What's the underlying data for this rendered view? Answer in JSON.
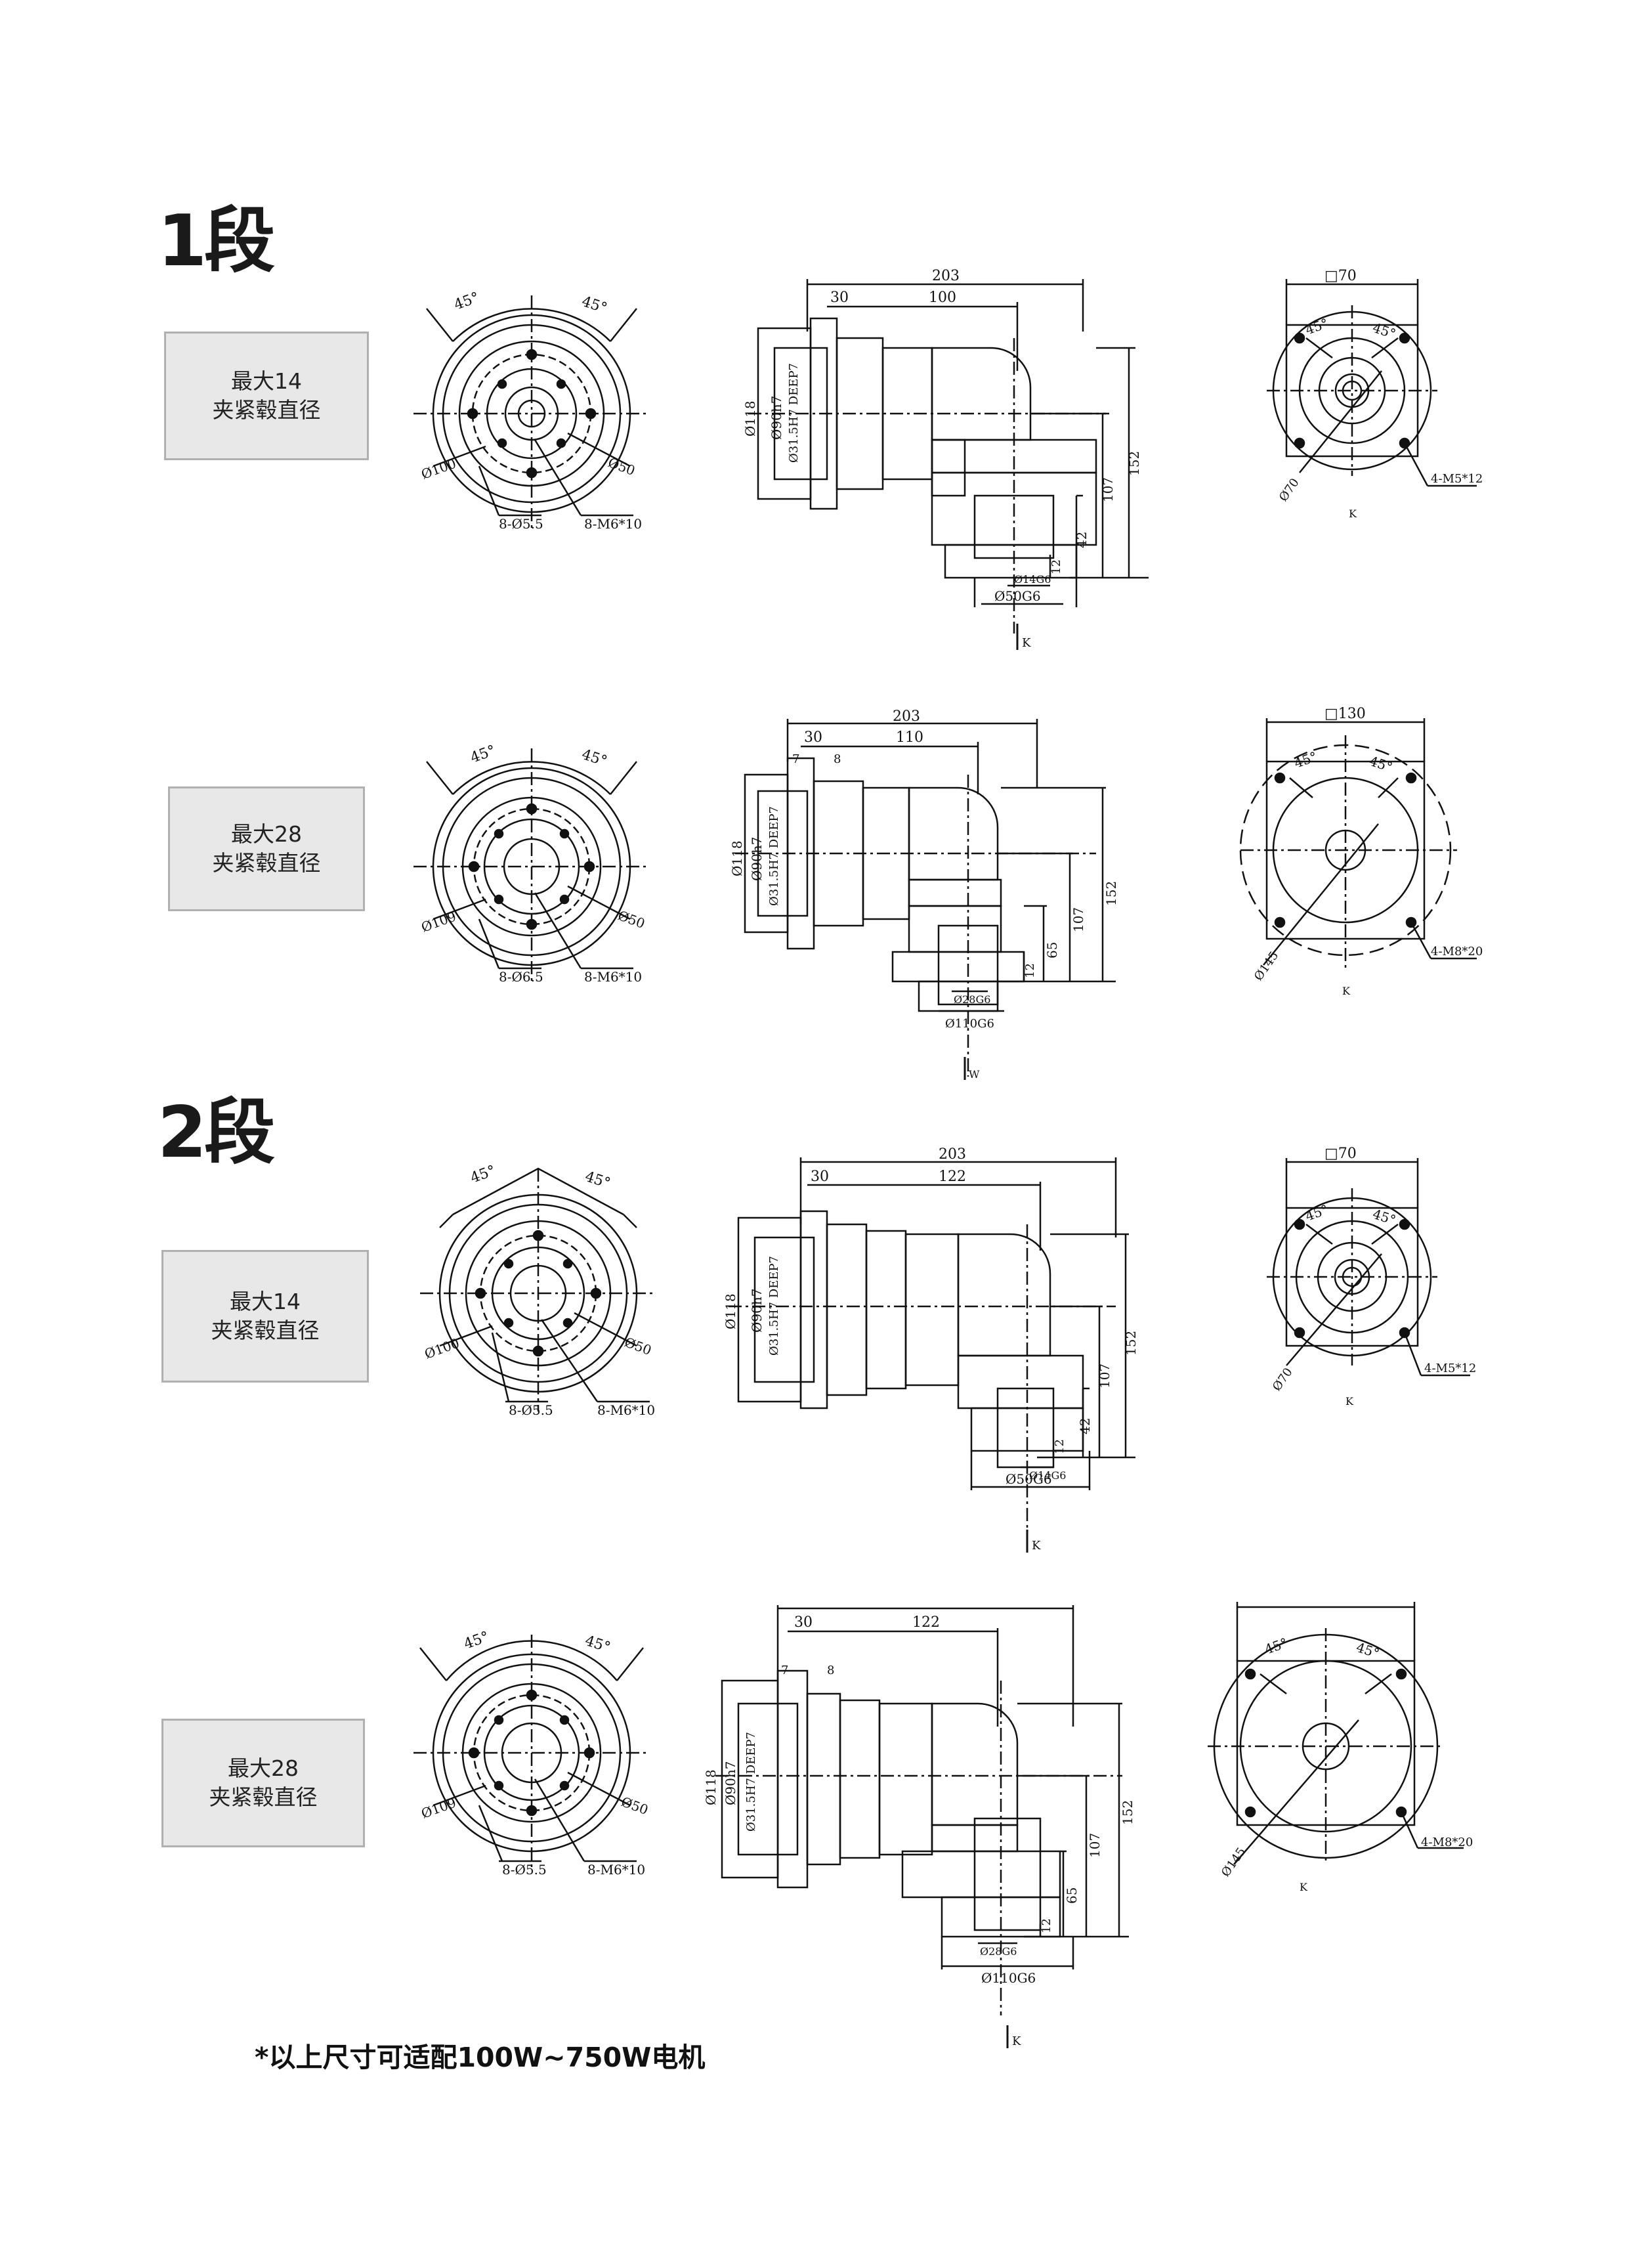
{
  "stages": [
    {
      "title": "1段",
      "rows": [
        {
          "label": [
            "最大14",
            "夹紧毂直径"
          ],
          "front": {
            "a1": "45°",
            "a2": "45°",
            "d1": "Ø100",
            "d2": "Ø50",
            "h1": "8-Ø5.5",
            "h2": "8-M6*10"
          },
          "side": {
            "total": "203",
            "flange": "30",
            "body": "100",
            "p1": "Ø118",
            "p2": "Ø90h7",
            "p3": "Ø31.5H7 DEEP7",
            "h152": "152",
            "h107": "107",
            "h42": "42",
            "h12": "12",
            "s1": "Ø14G6",
            "s2": "Ø50G6",
            "view": "K"
          },
          "end": {
            "sq": "□70",
            "a1": "45°",
            "a2": "45°",
            "d": "Ø70",
            "bolt": "4-M5*12",
            "view": "K"
          }
        },
        {
          "label": [
            "最大28",
            "夹紧毂直径"
          ],
          "front": {
            "a1": "45°",
            "a2": "45°",
            "d1": "Ø109",
            "d2": "Ø50",
            "h1": "8-Ø6.5",
            "h2": "8-M6*10"
          },
          "side": {
            "total": "203",
            "flange": "30",
            "body": "110",
            "f7": "7",
            "f8": "8",
            "p1": "Ø118",
            "p2": "Ø90h7",
            "p3": "Ø31.5H7 DEEP7",
            "h152": "152",
            "h107": "107",
            "h65": "65",
            "h12": "12",
            "s1": "Ø28G6",
            "s2": "Ø110G6",
            "view": "W"
          },
          "end": {
            "sq": "□130",
            "a1": "45°",
            "a2": "45°",
            "d": "Ø145",
            "bolt": "4-M8*20",
            "view": "K"
          }
        }
      ]
    },
    {
      "title": "2段",
      "rows": [
        {
          "label": [
            "最大14",
            "夹紧毂直径"
          ],
          "front": {
            "a1": "45°",
            "a2": "45°",
            "d1": "Ø100",
            "d2": "Ø50",
            "h1": "8-Ø5.5",
            "h2": "8-M6*10"
          },
          "side": {
            "total": "203",
            "flange": "30",
            "body": "122",
            "p1": "Ø118",
            "p2": "Ø90h7",
            "p3": "Ø31.5H7 DEEP7",
            "h152": "152",
            "h107": "107",
            "h42": "42",
            "h12": "12",
            "s1": "Ø14G6",
            "s2": "Ø50G6",
            "view": "K"
          },
          "end": {
            "sq": "□70",
            "a1": "45°",
            "a2": "45°",
            "d": "Ø70",
            "bolt": "4-M5*12",
            "view": "K"
          }
        },
        {
          "label": [
            "最大28",
            "夹紧毂直径"
          ],
          "front": {
            "a1": "45°",
            "a2": "45°",
            "d1": "Ø109",
            "d2": "Ø50",
            "h1": "8-Ø5.5",
            "h2": "8-M6*10"
          },
          "side": {
            "flange": "30",
            "body": "122",
            "f7": "7",
            "f8": "8",
            "p1": "Ø118",
            "p2": "Ø90h7",
            "p3": "Ø31.5H7 DEEP7",
            "h152": "152",
            "h107": "107",
            "h65": "65",
            "h12": "12",
            "s1": "Ø28G6",
            "s2": "Ø110G6",
            "view": "K"
          },
          "end": {
            "a1": "45°",
            "a2": "45°",
            "d": "Ø145",
            "bolt": "4-M8*20",
            "view": "K"
          }
        }
      ]
    }
  ],
  "footnote": "*以上尺寸可适配100W~750W电机"
}
